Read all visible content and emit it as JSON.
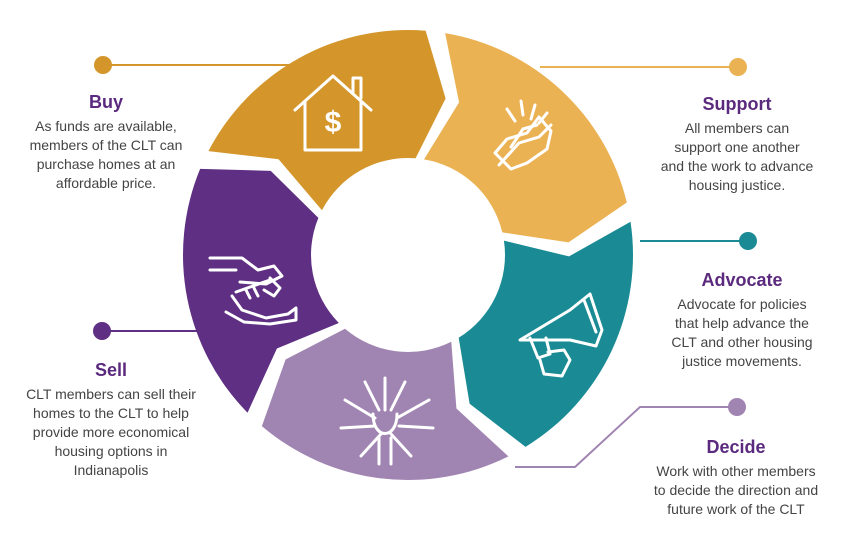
{
  "colors": {
    "buy": "#d4962b",
    "support": "#ebb253",
    "advocate": "#1a8b94",
    "decide": "#a084b1",
    "sell": "#5e2f82",
    "heading": "#5b2a7e",
    "body_text": "#444444"
  },
  "steps": [
    {
      "id": "buy",
      "icon": "house-dollar-icon",
      "title": "Buy",
      "text": "As funds are available,\nmembers of the CLT can\npurchase homes at an\naffordable price."
    },
    {
      "id": "support",
      "icon": "handshake-icon",
      "title": "Support",
      "text": "All members can\nsupport one another\nand the work to advance\nhousing justice."
    },
    {
      "id": "advocate",
      "icon": "megaphone-icon",
      "title": "Advocate",
      "text": "Advocate for policies\nthat help advance the\nCLT and other housing\njustice movements."
    },
    {
      "id": "decide",
      "icon": "joined-hands-icon",
      "title": "Decide",
      "text": "Work with other members\nto decide the direction and\nfuture work of the CLT"
    },
    {
      "id": "sell",
      "icon": "key-handover-icon",
      "title": "Sell",
      "text": "CLT members can sell their\nhomes to the CLT to help\nprovide more economical\nhousing options in\nIndianapolis"
    }
  ]
}
